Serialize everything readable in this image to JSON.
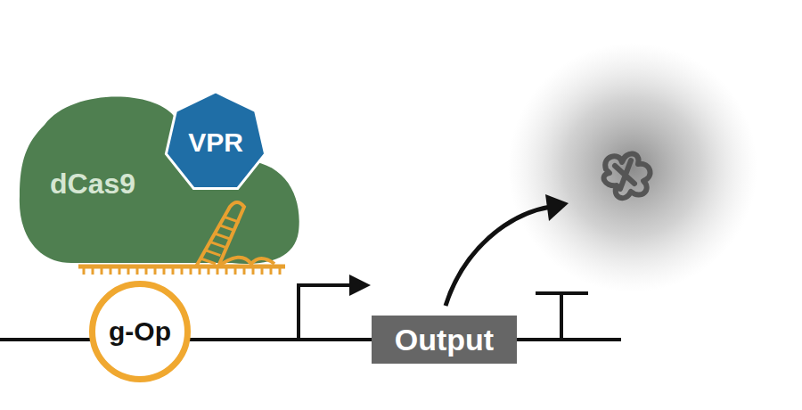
{
  "diagram": {
    "nodes": [
      {
        "text": [
          "dCas9"
        ]
      },
      {
        "text": [
          "VPR"
        ]
      },
      {
        "text": [
          "g-Op"
        ]
      },
      {
        "text": [
          "Output"
        ]
      }
    ]
  }
}
